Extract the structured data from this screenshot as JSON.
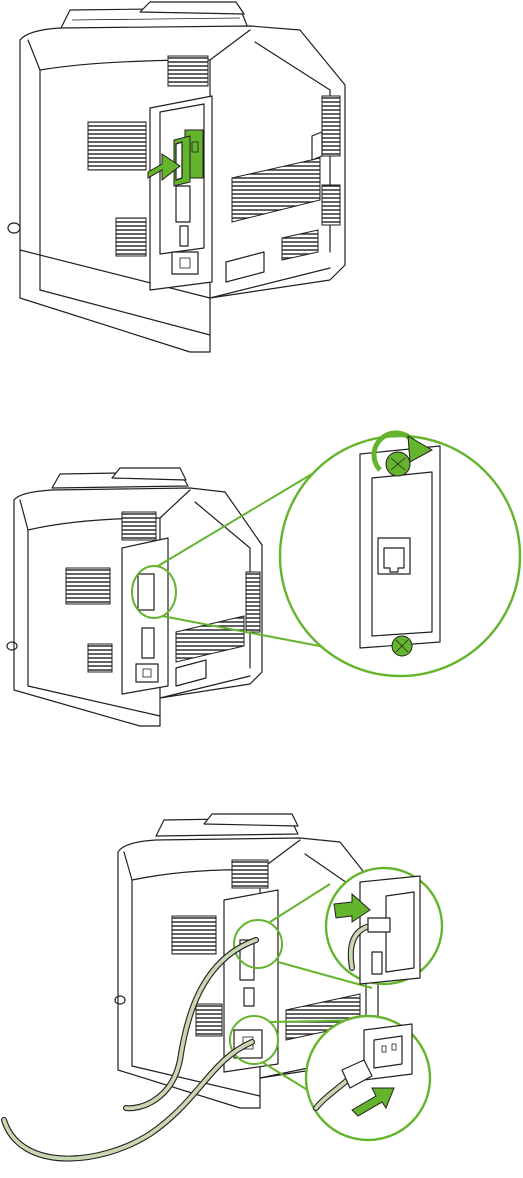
{
  "figure": {
    "steps": [
      {
        "id": 1,
        "action": "insert-network-card"
      },
      {
        "id": 2,
        "action": "tighten-card-screws"
      },
      {
        "id": 3,
        "action": "connect-network-and-power-cables"
      }
    ],
    "colors": {
      "highlight": "#64b42d",
      "outline": "#231f20",
      "cable": "#c9d7b2",
      "background": "#ffffff"
    },
    "icons": [
      "arrow-icon",
      "rotate-icon",
      "ethernet-port-icon",
      "power-socket-icon",
      "screw-icon"
    ]
  }
}
